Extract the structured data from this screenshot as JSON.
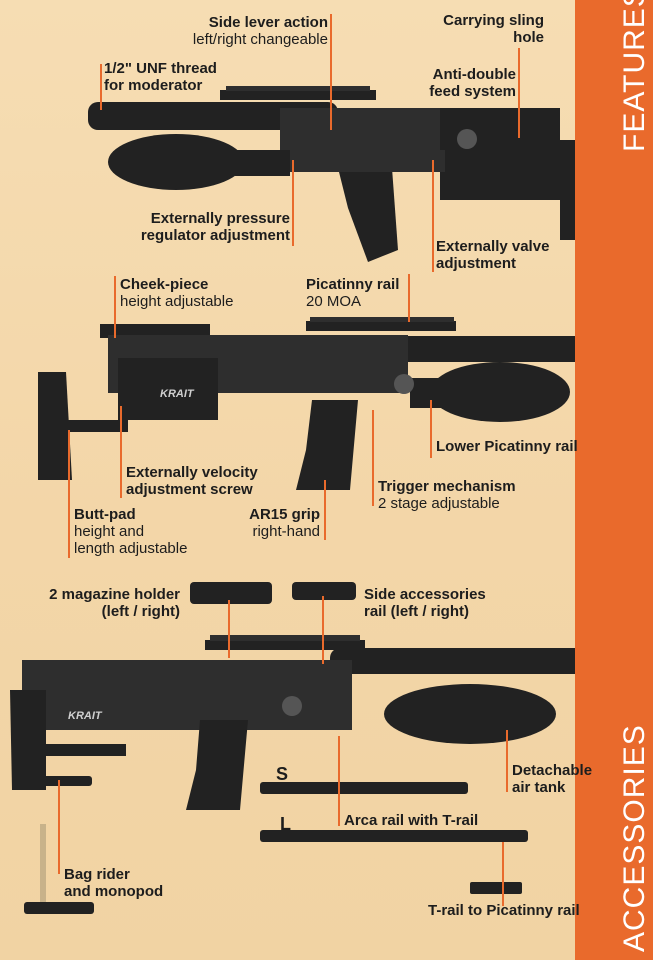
{
  "sections": {
    "features": "FEATURES",
    "accessories": "ACCESSORIES"
  },
  "brand": {
    "stock_text_1": "KRAIT",
    "stock_text_2": "KRAIT"
  },
  "labels": {
    "side_lever": {
      "title": "Side lever action",
      "sub": "left/right changeable"
    },
    "sling": {
      "line1": "Carrying sling",
      "line2": "hole"
    },
    "unf": {
      "line1": "1/2\" UNF thread",
      "line2": "for moderator"
    },
    "anti_double": {
      "line1": "Anti-double",
      "line2": "feed system"
    },
    "pressure_reg": {
      "line1": "Externally pressure",
      "line2": "regulator adjustment"
    },
    "valve": {
      "line1": "Externally valve",
      "line2": "adjustment"
    },
    "cheek": {
      "title": "Cheek-piece",
      "sub": "height adjustable"
    },
    "picatinny": {
      "title": "Picatinny rail",
      "sub": "20 MOA"
    },
    "lower_pic": {
      "title": "Lower Picatinny rail"
    },
    "velocity": {
      "line1": "Externally velocity",
      "line2": "adjustment screw"
    },
    "trigger": {
      "title": "Trigger mechanism",
      "sub": "2 stage adjustable"
    },
    "buttpad": {
      "title": "Butt-pad",
      "sub1": "height and",
      "sub2": "length adjustable"
    },
    "grip": {
      "title": "AR15 grip",
      "sub": "right-hand"
    },
    "mag_holder": {
      "line1": "2 magazine holder",
      "line2": "(left / right)"
    },
    "side_acc": {
      "line1": "Side accessories",
      "line2": "rail (left / right)"
    },
    "detachable": {
      "line1": "Detachable",
      "line2": "air tank"
    },
    "rail_s": "S",
    "rail_l": "L",
    "arca": "Arca rail with T-rail",
    "bag": {
      "line1": "Bag rider",
      "line2": "and monopod"
    },
    "trail": "T-rail to Picatinny rail"
  },
  "colors": {
    "background": "#f4d9ad",
    "accent": "#e96a2c",
    "text": "#1d1d1d"
  }
}
